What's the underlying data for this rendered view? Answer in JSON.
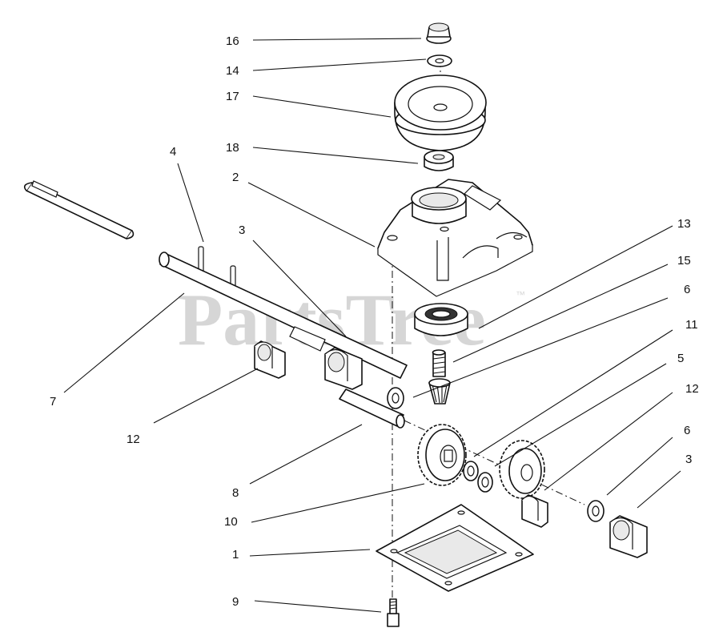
{
  "watermark": {
    "text": "PartsTree",
    "trademark": "™"
  },
  "callouts": [
    {
      "id": "c16",
      "text": "16"
    },
    {
      "id": "c14",
      "text": "14"
    },
    {
      "id": "c17",
      "text": "17"
    },
    {
      "id": "c18",
      "text": "18"
    },
    {
      "id": "c2",
      "text": "2"
    },
    {
      "id": "c4",
      "text": "4"
    },
    {
      "id": "c3a",
      "text": "3"
    },
    {
      "id": "c13",
      "text": "13"
    },
    {
      "id": "c15",
      "text": "15"
    },
    {
      "id": "c6a",
      "text": "6"
    },
    {
      "id": "c11",
      "text": "11"
    },
    {
      "id": "c5",
      "text": "5"
    },
    {
      "id": "c12a",
      "text": "12"
    },
    {
      "id": "c6b",
      "text": "6"
    },
    {
      "id": "c3b",
      "text": "3"
    },
    {
      "id": "c7",
      "text": "7"
    },
    {
      "id": "c12b",
      "text": "12"
    },
    {
      "id": "c8",
      "text": "8"
    },
    {
      "id": "c10",
      "text": "10"
    },
    {
      "id": "c1",
      "text": "1"
    },
    {
      "id": "c9",
      "text": "9"
    }
  ]
}
